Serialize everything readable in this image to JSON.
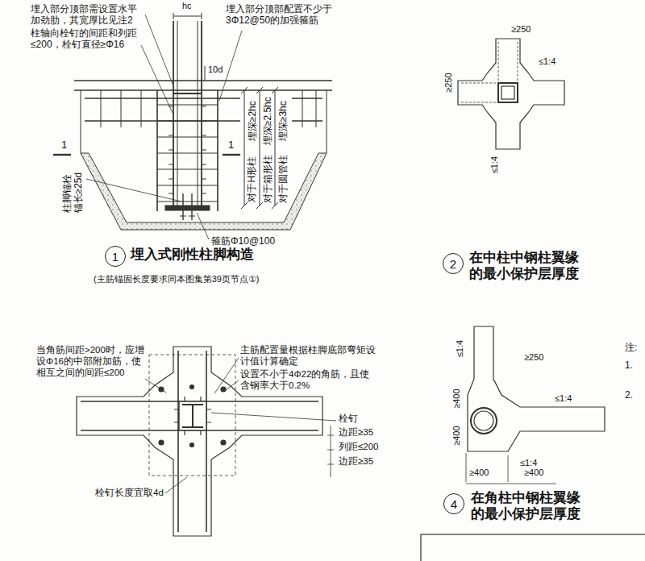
{
  "diagram": {
    "nodes": [
      {
        "text": [
          "1"
        ]
      },
      {
        "text": [
          "2"
        ]
      },
      {
        "text": [
          "4"
        ]
      }
    ],
    "labels": [
      "埋入部分顶部需设置水平加劲肋，其宽厚比见注2",
      "柱轴向栓钉的间距和列距≤200，栓钉直径≥Φ16",
      "hc",
      "埋入部分顶部配置不少于3Φ12@50的加强箍筋",
      "10d",
      "1",
      "1",
      "柱脚锚栓锚长≥25d",
      "埋深≥2hc",
      "埋深≥2.5hc",
      "埋深≥3hc",
      "对于H形柱",
      "对于箱形柱",
      "对于圆管柱",
      "箍筋Φ10@100",
      "埋入式刚性柱脚构造",
      "(主筋锚固长度要求同本图集第39页节点①)",
      "≥250",
      "≥250",
      "≤1:4",
      "≤1:4",
      "在中柱中钢柱翼缘的最小保护层厚度",
      "注:",
      "1.",
      "2.",
      "≤1:4",
      "≥250",
      "≤1:4",
      "≥400",
      "≥400",
      "≤1:4",
      "≥400",
      "≥400",
      "在角柱中钢柱翼缘的最小保护层厚度",
      "当角筋间距>200时，应增设Φ16的中部附加筋，使相互之间的间距≤200",
      "主筋配置量根据柱脚底部弯矩设计值计算确定",
      "设置不小于4Φ22的角筋，且使含钢率大于0.2%",
      "栓钉",
      "边距≥35",
      "列距≤200",
      "边距≥35",
      "栓钉长度宜取4d"
    ]
  }
}
